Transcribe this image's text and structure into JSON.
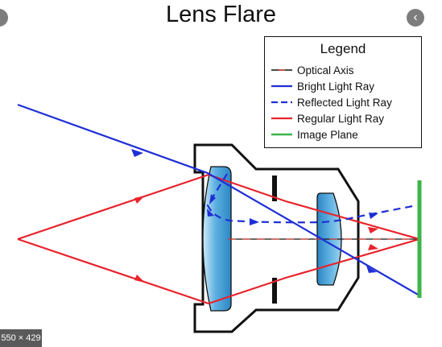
{
  "title": "Lens Flare",
  "legend": {
    "title": "Legend",
    "items": [
      {
        "label": "Optical Axis",
        "color": "#d8443c",
        "style": "axis"
      },
      {
        "label": "Bright Light Ray",
        "color": "#1f2fd6",
        "style": "solid"
      },
      {
        "label": "Reflected Light Ray",
        "color": "#1f2fd6",
        "style": "dashed"
      },
      {
        "label": "Regular Light Ray",
        "color": "#e8232c",
        "style": "solid"
      },
      {
        "label": "Image Plane",
        "color": "#3cb54a",
        "style": "solid"
      }
    ]
  },
  "colors": {
    "lens_fill": "#4aa3d6",
    "lens_highlight": "#cfeaf8",
    "body_stroke": "#111111",
    "aperture": "#111111"
  },
  "overlay": {
    "prev_icon": "chevron-left-icon",
    "size_label": "550 × 429"
  }
}
